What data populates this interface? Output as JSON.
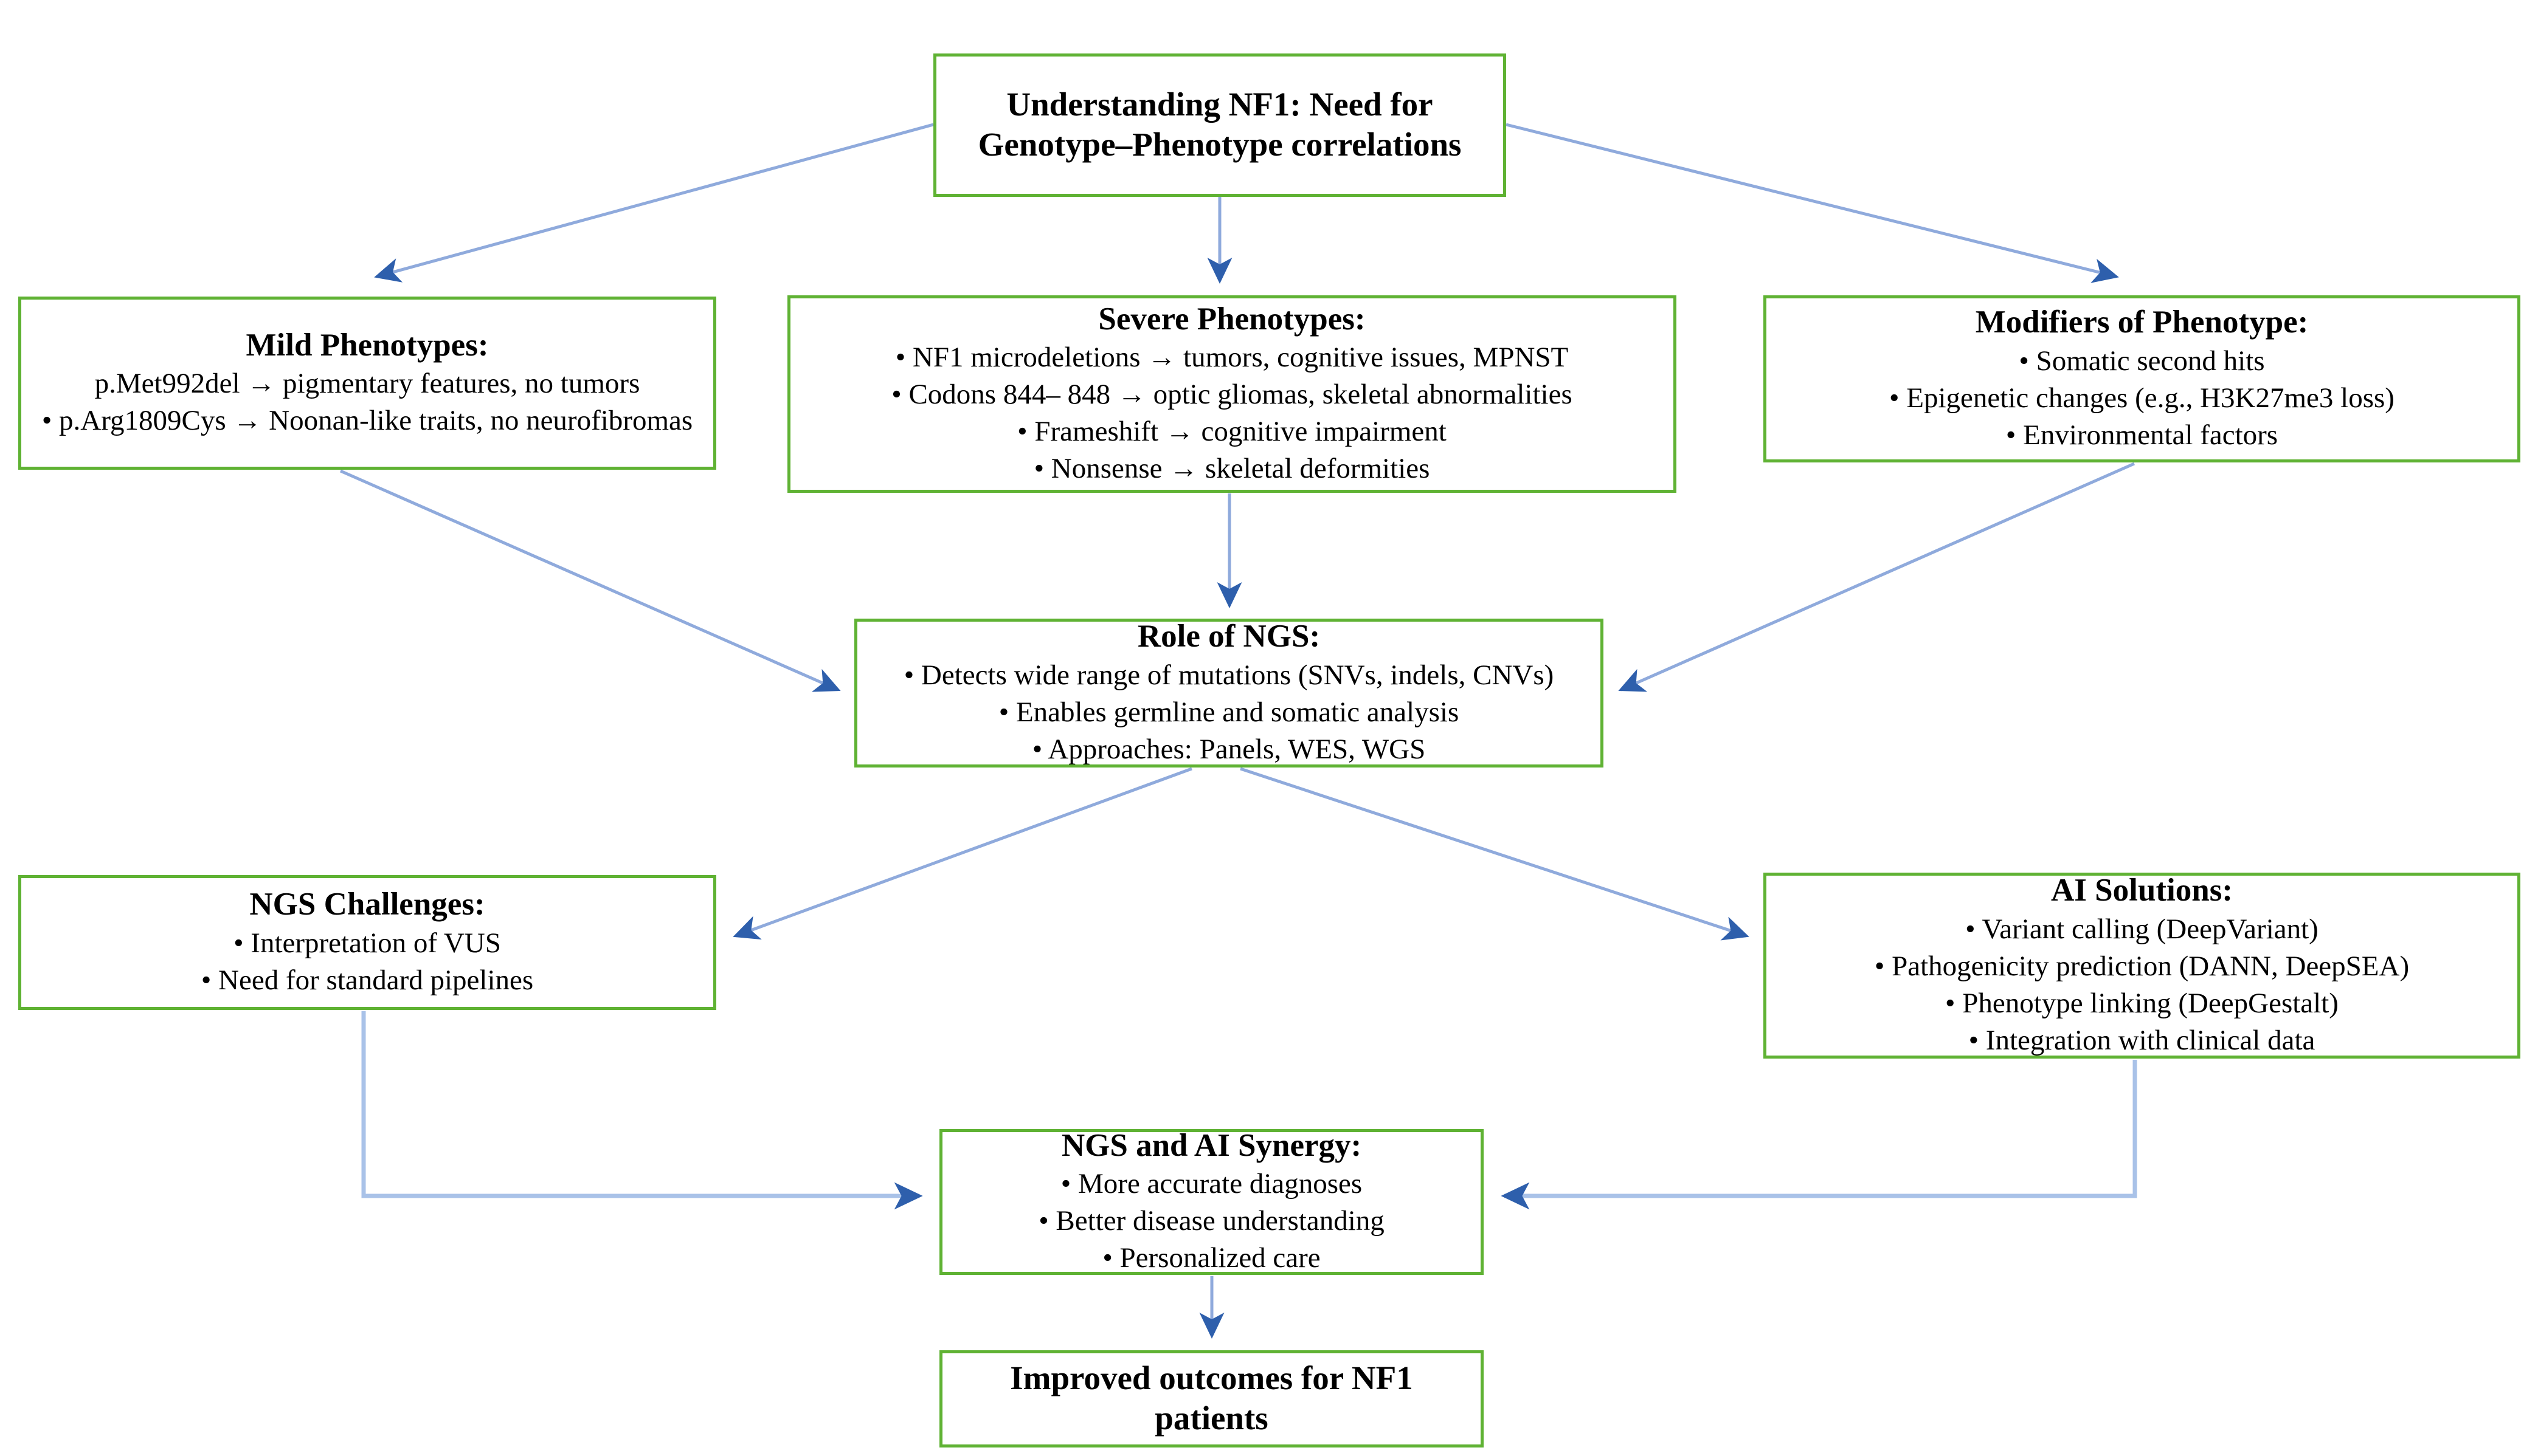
{
  "colors": {
    "node_border": "#5FB233",
    "arrow_line": "#8FAADC",
    "arrow_head": "#2E5FAC",
    "background": "#FFFFFF",
    "text": "#000000"
  },
  "diagram": {
    "type": "flowchart",
    "nodes": [
      {
        "id": "understanding",
        "title": "Understanding NF1: Need for Genotype–Phenotype correlations",
        "title_line1": "Understanding NF1: Need for",
        "title_line2": "Genotype–Phenotype correlations",
        "items": []
      },
      {
        "id": "mild",
        "title": "Mild Phenotypes:",
        "plain_line": "p.Met992del → pigmentary features, no tumors",
        "items": [
          "• p.Arg1809Cys → Noonan-like traits, no neurofibromas"
        ]
      },
      {
        "id": "severe",
        "title": "Severe Phenotypes:",
        "items": [
          "• NF1 microdeletions → tumors, cognitive issues, MPNST",
          "• Codons 844– 848 → optic gliomas, skeletal abnormalities",
          "• Frameshift → cognitive impairment",
          "• Nonsense → skeletal deformities"
        ]
      },
      {
        "id": "modifiers",
        "title": "Modifiers of Phenotype:",
        "items": [
          "• Somatic second hits",
          "• Epigenetic changes (e.g., H3K27me3 loss)",
          "• Environmental factors"
        ]
      },
      {
        "id": "ngsrole",
        "title": "Role of NGS:",
        "items": [
          "• Detects wide range of mutations (SNVs, indels, CNVs)",
          "• Enables germline and somatic analysis",
          "• Approaches: Panels, WES, WGS"
        ]
      },
      {
        "id": "challenges",
        "title": "NGS Challenges:",
        "items": [
          "• Interpretation of VUS",
          "• Need for standard pipelines"
        ]
      },
      {
        "id": "ai",
        "title": "AI Solutions:",
        "items": [
          "• Variant calling (DeepVariant)",
          "• Pathogenicity prediction (DANN, DeepSEA)",
          "• Phenotype linking (DeepGestalt)",
          "• Integration with clinical data"
        ]
      },
      {
        "id": "synergy",
        "title": "NGS and AI Synergy:",
        "items": [
          "• More accurate diagnoses",
          "• Better disease understanding",
          "• Personalized care"
        ]
      },
      {
        "id": "outcome",
        "title": "Improved outcomes for NF1 patients",
        "title_line1": "Improved outcomes for NF1",
        "title_line2": "patients",
        "items": []
      }
    ],
    "edges": [
      {
        "from": "understanding",
        "to": "mild",
        "style": "diagonal"
      },
      {
        "from": "understanding",
        "to": "severe",
        "style": "vertical"
      },
      {
        "from": "understanding",
        "to": "modifiers",
        "style": "diagonal"
      },
      {
        "from": "mild",
        "to": "ngsrole",
        "style": "diagonal"
      },
      {
        "from": "severe",
        "to": "ngsrole",
        "style": "vertical"
      },
      {
        "from": "modifiers",
        "to": "ngsrole",
        "style": "diagonal"
      },
      {
        "from": "ngsrole",
        "to": "challenges",
        "style": "diagonal"
      },
      {
        "from": "ngsrole",
        "to": "ai",
        "style": "diagonal"
      },
      {
        "from": "challenges",
        "to": "synergy",
        "style": "elbow"
      },
      {
        "from": "ai",
        "to": "synergy",
        "style": "elbow"
      },
      {
        "from": "synergy",
        "to": "outcome",
        "style": "vertical"
      }
    ]
  }
}
